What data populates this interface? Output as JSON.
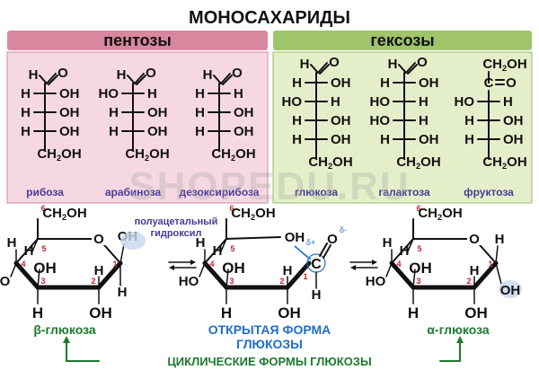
{
  "title": "МОНОСАХАРИДЫ",
  "colors": {
    "pentose_band": "#d9879f",
    "pentose_panel": "#f6d8e2",
    "hexose_band": "#9fc46a",
    "hexose_panel": "#e4efc9",
    "label_blue": "#4a3a9a",
    "accent_blue": "#1e6ec8",
    "ring_number": "#cc2222",
    "green_text": "#1c7a2c",
    "ink": "#111111"
  },
  "pentoses": {
    "header": "пентозы",
    "structures": [
      {
        "name": "рибоза",
        "rows": [
          {
            "l": "H",
            "r": "OH"
          },
          {
            "l": "H",
            "r": "OH"
          },
          {
            "l": "H",
            "r": "OH"
          }
        ]
      },
      {
        "name": "арабиноза",
        "rows": [
          {
            "l": "HO",
            "r": "H"
          },
          {
            "l": "H",
            "r": "OH"
          },
          {
            "l": "H",
            "r": "OH"
          }
        ]
      },
      {
        "name": "дезоксирибоза",
        "rows": [
          {
            "l": "H",
            "r": "H"
          },
          {
            "l": "H",
            "r": "OH"
          },
          {
            "l": "H",
            "r": "OH"
          }
        ]
      }
    ]
  },
  "hexoses": {
    "header": "гексозы",
    "structures": [
      {
        "name": "глюкоза",
        "rows": [
          {
            "l": "H",
            "r": "OH"
          },
          {
            "l": "HO",
            "r": "H"
          },
          {
            "l": "H",
            "r": "OH"
          },
          {
            "l": "H",
            "r": "OH"
          }
        ]
      },
      {
        "name": "галактоза",
        "rows": [
          {
            "l": "H",
            "r": "OH"
          },
          {
            "l": "HO",
            "r": "H"
          },
          {
            "l": "HO",
            "r": "H"
          },
          {
            "l": "H",
            "r": "OH"
          }
        ]
      },
      {
        "name": "фруктоза",
        "rows": [
          {
            "l": "HO",
            "r": "H"
          },
          {
            "l": "H",
            "r": "OH"
          },
          {
            "l": "H",
            "r": "OH"
          }
        ]
      }
    ]
  },
  "formula": {
    "aldehyde_h": "H",
    "aldehyde_o": "O",
    "ketone_c": "C",
    "ketone_o": "O",
    "ch2oh_top": "CH",
    "ch2oh_sub": "2",
    "ch2oh_oh": "OH"
  },
  "cyclic": {
    "hemiacetal_note": "полуацетальный гидроксил",
    "hemiacetal_line1": "полуацетальный",
    "hemiacetal_line2": "гидроксил",
    "beta_label": "β-глюкоза",
    "alpha_label": "α-глюкоза",
    "open_form_line1": "ОТКРЫТАЯ ФОРМА",
    "open_form_line2": "ГЛЮКОЗЫ",
    "cyclic_forms": "ЦИКЛИЧЕСКИЕ ФОРМЫ ГЛЮКОЗЫ",
    "ring_numbers": [
      "1",
      "2",
      "3",
      "4",
      "5",
      "6"
    ],
    "delta_plus": "δ+",
    "delta_minus": "δ-"
  },
  "watermark": "SHOPEDU.RU"
}
